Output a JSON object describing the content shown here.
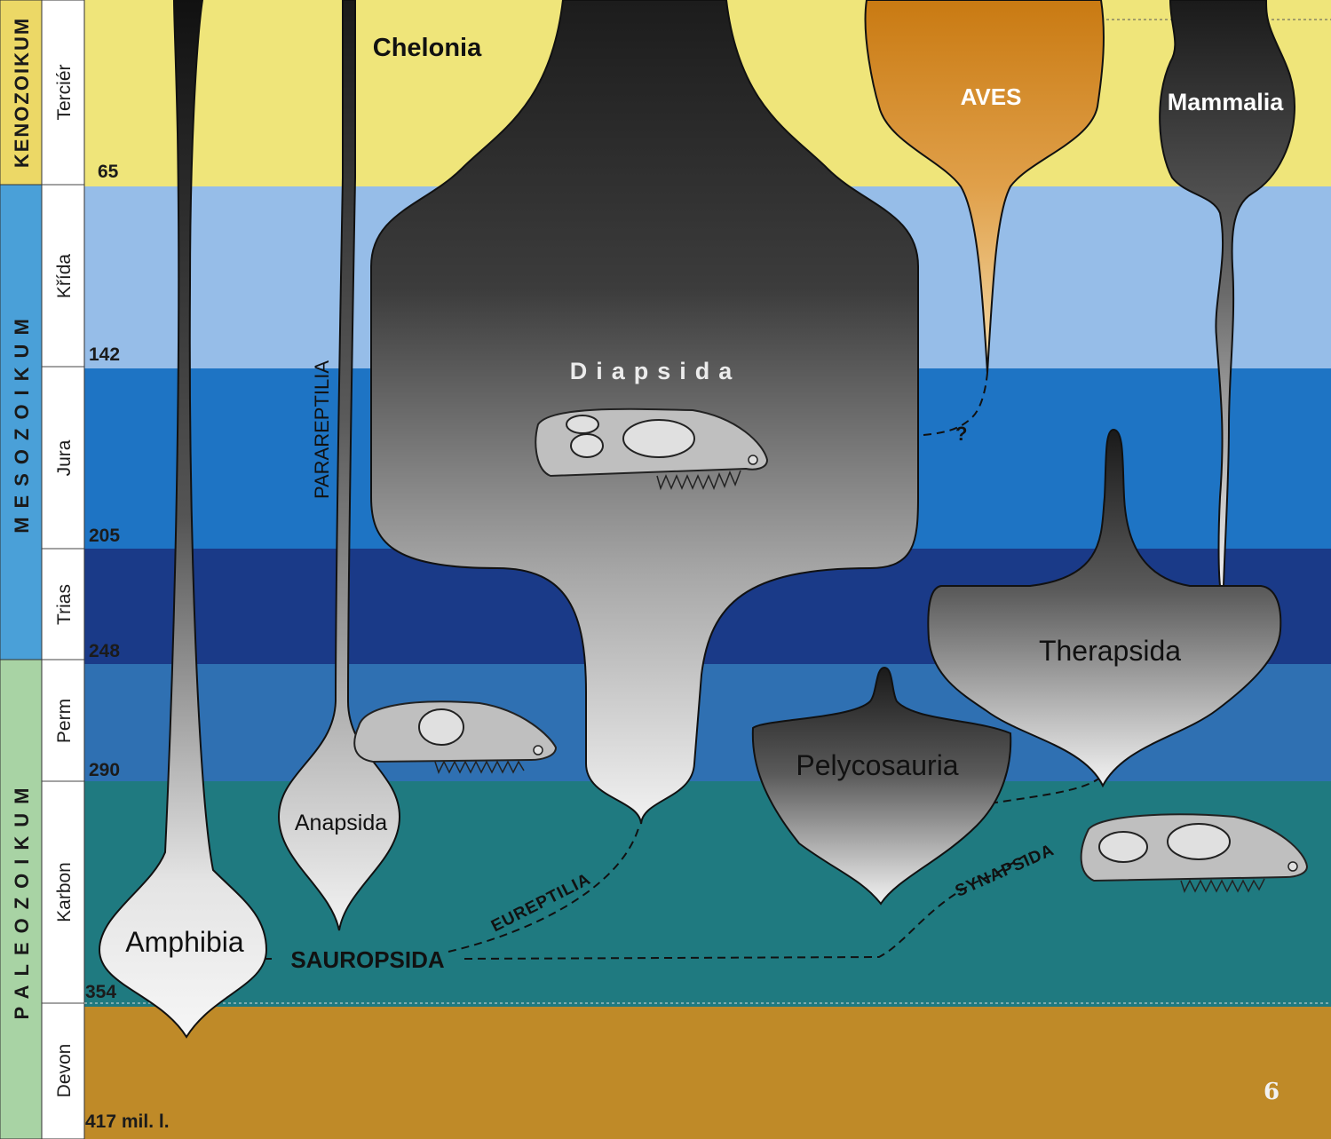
{
  "eras": [
    {
      "name": "KENOZOIKUM"
    },
    {
      "name": "MESOZOIKUM"
    },
    {
      "name": "PALEOZOIKUM"
    }
  ],
  "periods": [
    "Terciér",
    "Křída",
    "Jura",
    "Trias",
    "Perm",
    "Karbon",
    "Devon"
  ],
  "ages": [
    "65",
    "142",
    "205",
    "248",
    "290",
    "354",
    "417 mil. l."
  ],
  "colors": {
    "tertiary": "#efe57a",
    "cretaceous": "#96bde8",
    "jurassic": "#1e74c4",
    "triassic": "#1a3a88",
    "permian": "#2f70b2",
    "carboniferous": "#1f7a80",
    "devonian": "#bf8a28",
    "era_kenozoikum": "#ecd866",
    "era_mesozoikum": "#4aa0d8",
    "era_paleozoikum": "#a8d3a4",
    "aves": "#d48a1c"
  },
  "clades": {
    "chelonia": "Chelonia",
    "aves": "AVES",
    "mammalia": "Mammalia",
    "parareptilia": "PARAREPTILIA",
    "diapsida": "Diapsida",
    "therapsida": "Therapsida",
    "pelycosauria": "Pelycosauria",
    "anapsida": "Anapsida",
    "amphibia": "Amphibia",
    "sauropsida": "SAUROPSIDA",
    "eureptilia": "EUREPTILIA",
    "synapsida": "SYNAPSIDA",
    "uncertain_link": "?"
  },
  "page_number": "6"
}
